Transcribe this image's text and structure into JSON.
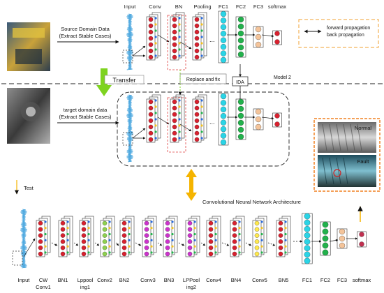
{
  "top_row": {
    "layer_labels": [
      "Input",
      "Conv",
      "BN",
      "Pooling",
      "FC1",
      "FC2",
      "FC3",
      "softmax"
    ],
    "source_label_line1": "Source Domain Data",
    "source_label_line2": "(Extract Stable Cases)",
    "target_label_line1": "target domain data",
    "target_label_line2": "(Extract Stable Cases)",
    "transfer": "Transfer",
    "replace_fix": "Replace and fix",
    "ida": "IDA",
    "model2": "Model 2",
    "legend_forward": "forward propagation",
    "legend_back": "back propagation",
    "ellipsis": "..."
  },
  "inset": {
    "normal": "Normal",
    "fault": "Fault"
  },
  "bottom_row": {
    "test": "Test",
    "title": "Convolutional Neural Network Architecture",
    "labels": [
      {
        "l1": "Input",
        "l2": ""
      },
      {
        "l1": "CW",
        "l2": "Conv1"
      },
      {
        "l1": "BN1",
        "l2": ""
      },
      {
        "l1": "Lppool",
        "l2": "ing1"
      },
      {
        "l1": "Conv2",
        "l2": ""
      },
      {
        "l1": "BN2",
        "l2": ""
      },
      {
        "l1": "Conv3",
        "l2": ""
      },
      {
        "l1": "BN3",
        "l2": ""
      },
      {
        "l1": "LPPool",
        "l2": "ing2"
      },
      {
        "l1": "Conv4",
        "l2": ""
      },
      {
        "l1": "BN4",
        "l2": ""
      },
      {
        "l1": "Conv5",
        "l2": ""
      },
      {
        "l1": "BN5",
        "l2": ""
      },
      {
        "l1": "FC1",
        "l2": ""
      },
      {
        "l1": "FC2",
        "l2": ""
      },
      {
        "l1": "FC3",
        "l2": ""
      },
      {
        "l1": "softmax",
        "l2": ""
      }
    ]
  },
  "colors": {
    "red_node": "#d8212f",
    "cyan_node": "#2ad4e6",
    "green_node": "#22b14c",
    "peach_node": "#f4c49a",
    "signal": "#1a8fd6",
    "transfer_arrow": "#7ed320",
    "orange_arrow": "#f5b400",
    "orange_dash": "#f0a030"
  }
}
